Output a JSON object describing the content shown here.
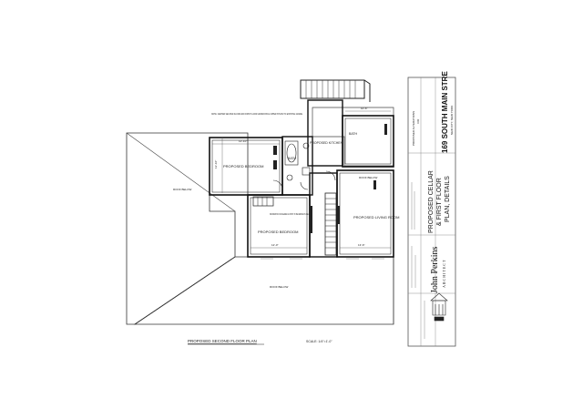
{
  "title_block": {
    "project_address": "169 SOUTH MAIN STRE",
    "sheet_title_line1": "PROPOSED CELLAR",
    "sheet_title_line2": "& FIRST FLOOR",
    "sheet_title_line3": "PLAN, DETAILS",
    "client_line": "PROPOSED ALTERATIONS",
    "for_line": "FOR",
    "city_line": "NEW CITY, NEW YORK",
    "firm_name": "John Perkins",
    "firm_subtitle": "ARCHITECT"
  },
  "drawing": {
    "caption": "PROPOSED SECOND FLOOR PLAN",
    "scale": "SCALE: 1/4\"=1'-0\"",
    "rooms": {
      "bedroom_left": "PROPOSED BEDROOM",
      "bedroom_lower": "PROPOSED BEDROOM",
      "living_room": "PROPOSED LIVING ROOM",
      "kitchen": "PROPOSED KITCHEN",
      "bath": "BATH",
      "bath_2": "BATH",
      "roof_left": "ROOF BELOW",
      "roof_bottom": "ROOF BELOW",
      "roof_top": "ROOF BELOW"
    },
    "notes": {
      "top_note": "NOTE: CENTER SECOND FLOOR AND FIRST FLOOR HORIZONTAL UPPER STUDS TO EXISTING GRADE",
      "side_note": "INFORMATION FOR HEADER & JOISTS TO BE VERIFIED IN FIELD"
    },
    "dimensions": [
      "12'-10\"",
      "12'-0\"",
      "13'-6\"",
      "10'-6\"",
      "12'-10\""
    ]
  }
}
